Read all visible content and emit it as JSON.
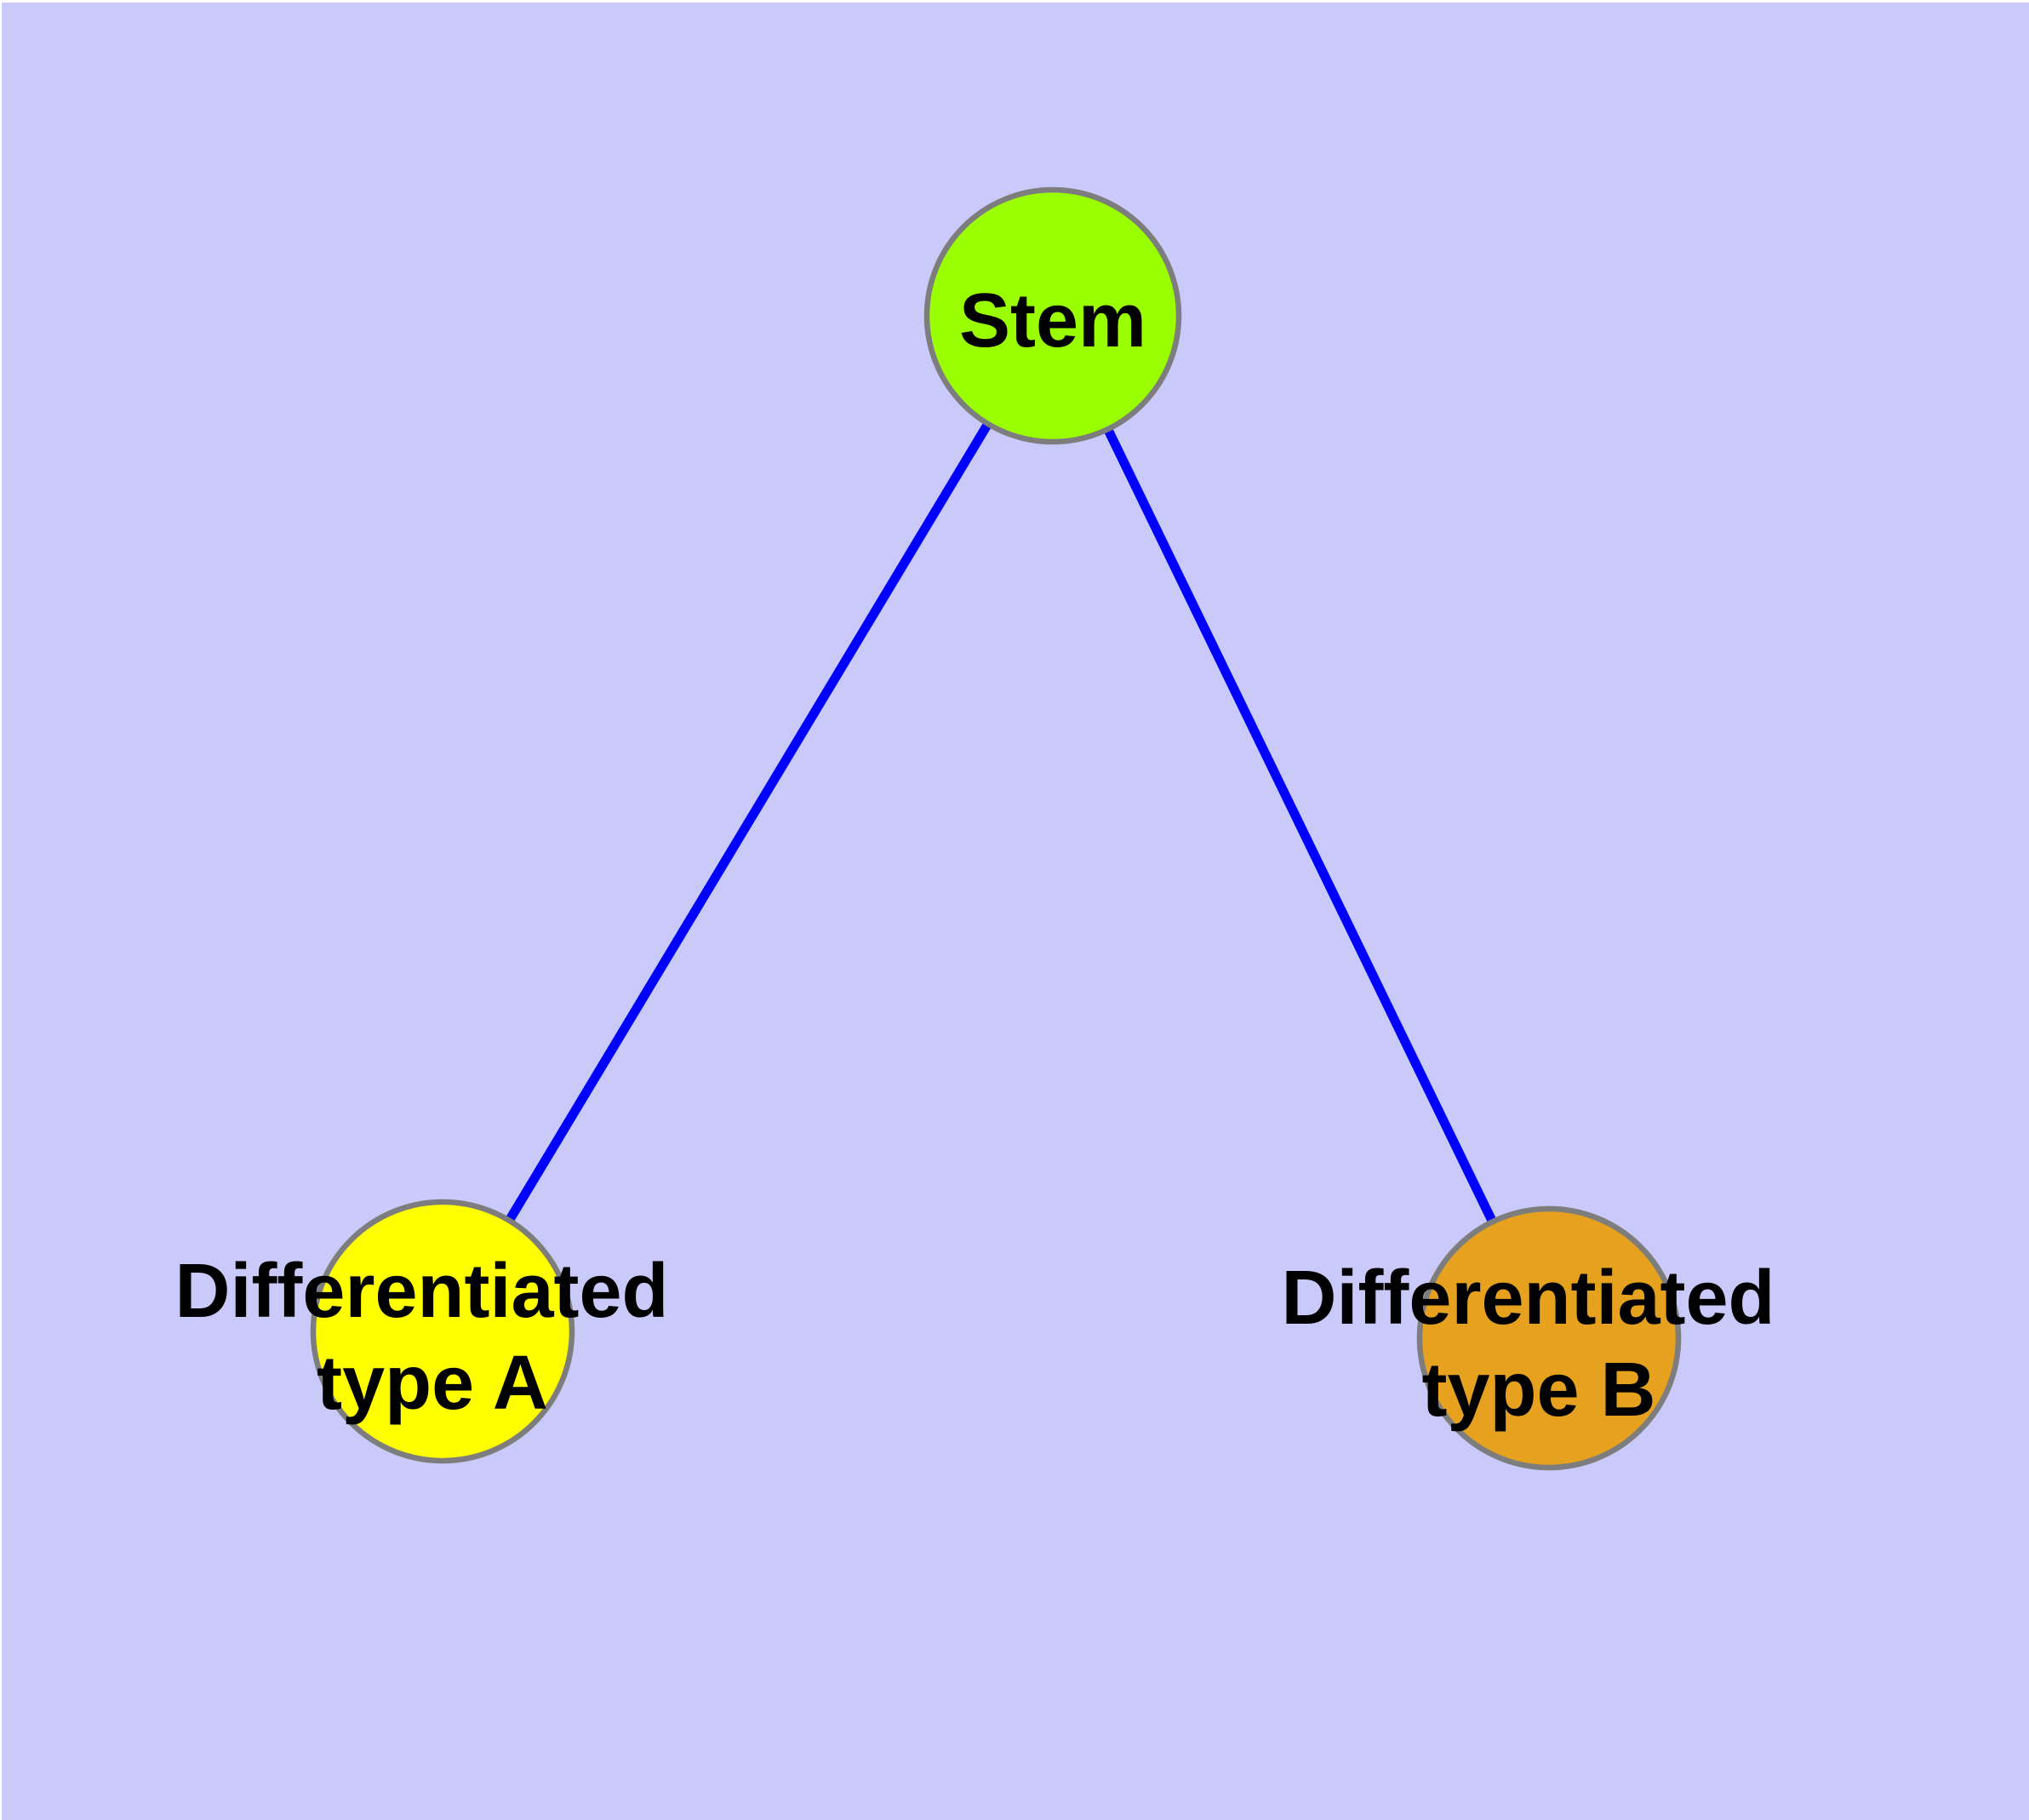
{
  "diagram": {
    "type": "node-link-graph",
    "background_color": "#c9c9fa",
    "edge_color": "#0000ff",
    "node_border_color": "#7d7d7d",
    "label_color": "#000000",
    "nodes": {
      "stem": {
        "label": "Stem",
        "color": "#9aff00"
      },
      "type_a": {
        "label_line1": "Differentiated",
        "label_line2": "type A",
        "color": "#ffff00"
      },
      "type_b": {
        "label_line1": "Differentiated",
        "label_line2": "type B",
        "color": "#e6a21e"
      }
    },
    "edges": [
      {
        "from": "stem",
        "to": "type_a"
      },
      {
        "from": "stem",
        "to": "type_b"
      }
    ]
  }
}
